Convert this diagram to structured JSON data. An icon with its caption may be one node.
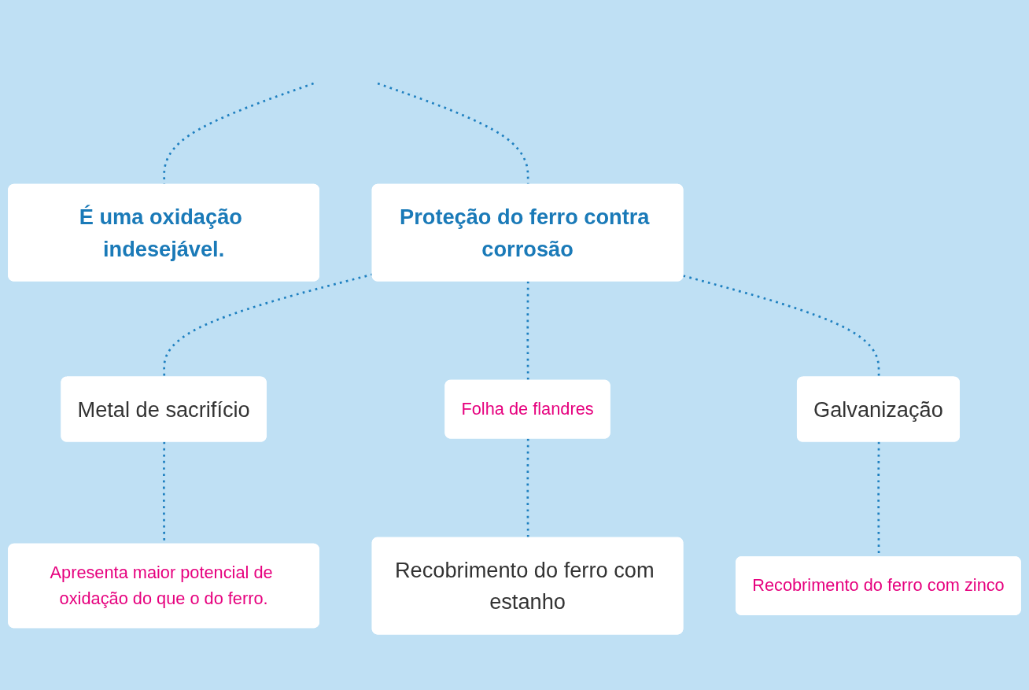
{
  "diagram": {
    "nodes": [
      {
        "text": [
          "É uma oxidação indesejável."
        ]
      },
      {
        "text": [
          "Proteção do ferro contra corrosão"
        ]
      },
      {
        "text": [
          "Metal de sacrifício"
        ]
      },
      {
        "text": [
          "Folha de flandres"
        ]
      },
      {
        "text": [
          "Galvanização"
        ]
      },
      {
        "text": [
          "Apresenta maior potencial de oxidação do que o do ferro."
        ]
      },
      {
        "text": [
          "Recobrimento do ferro com estanho"
        ]
      },
      {
        "text": [
          "Recobrimento do ferro com zinco"
        ]
      }
    ],
    "edges": [
      {
        "from": null,
        "to": 0,
        "arrow": "none",
        "style": "dashed"
      },
      {
        "from": null,
        "to": 1,
        "arrow": "none",
        "style": "dashed"
      },
      {
        "from": 1,
        "to": 2,
        "arrow": "none",
        "style": "dashed"
      },
      {
        "from": 1,
        "to": 3,
        "arrow": "none",
        "style": "dashed"
      },
      {
        "from": 1,
        "to": 4,
        "arrow": "none",
        "style": "dashed"
      },
      {
        "from": 2,
        "to": 5,
        "arrow": "none",
        "style": "dashed"
      },
      {
        "from": 3,
        "to": 6,
        "arrow": "none",
        "style": "dashed"
      },
      {
        "from": 4,
        "to": 7,
        "arrow": "none",
        "style": "dashed"
      }
    ]
  }
}
